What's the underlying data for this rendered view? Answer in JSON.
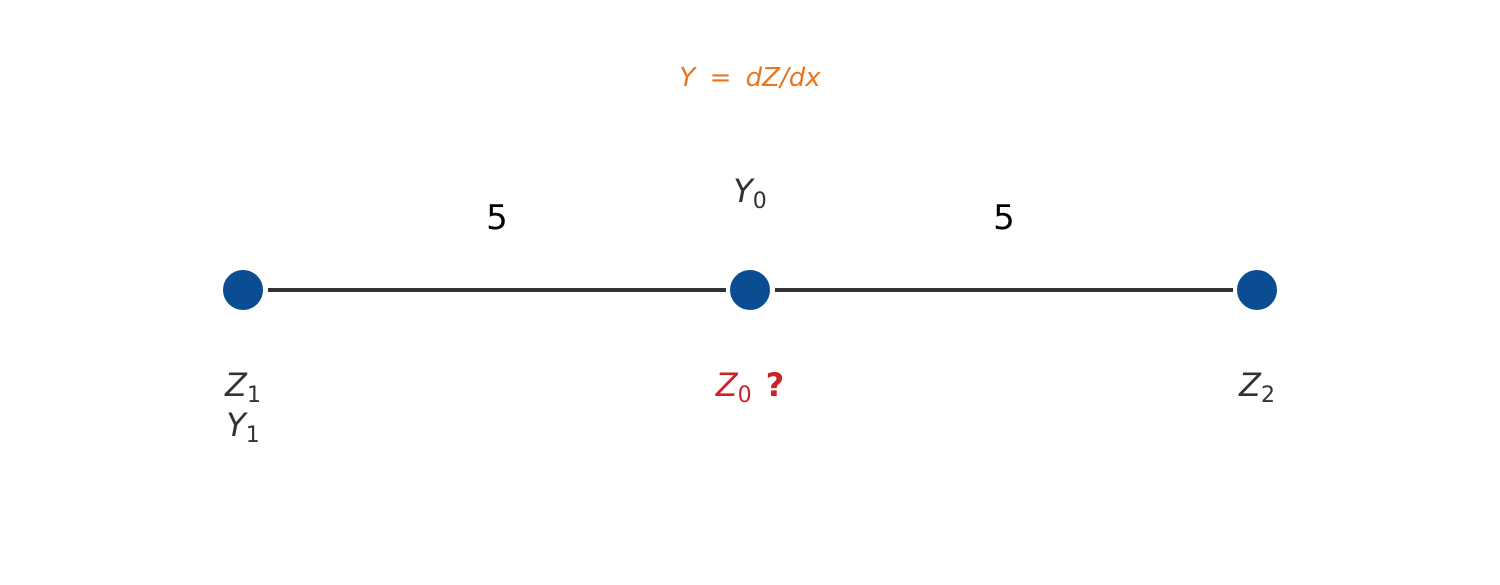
{
  "formula": {
    "lhs": "Y",
    "eq": "=",
    "rhs": "dZ/dx",
    "color": "#e8761f"
  },
  "nodes": [
    {
      "id": "n1",
      "color": "#0b4d92"
    },
    {
      "id": "n0",
      "color": "#0b4d92"
    },
    {
      "id": "n2",
      "color": "#0b4d92"
    }
  ],
  "edges": [
    {
      "from": "n1",
      "to": "n0",
      "label": "5"
    },
    {
      "from": "n0",
      "to": "n2",
      "label": "5"
    }
  ],
  "labels": {
    "z1": {
      "base": "Z",
      "sub": "1"
    },
    "y1": {
      "base": "Y",
      "sub": "1"
    },
    "z0": {
      "base": "Z",
      "sub": "0",
      "color": "#cc2229",
      "unknown_mark": "?"
    },
    "y0": {
      "base": "Y",
      "sub": "0"
    },
    "z2": {
      "base": "Z",
      "sub": "2"
    }
  },
  "colors": {
    "line": "#333333",
    "label_text": "#333333",
    "edge_label": "#000000",
    "unknown": "#cc2229"
  }
}
